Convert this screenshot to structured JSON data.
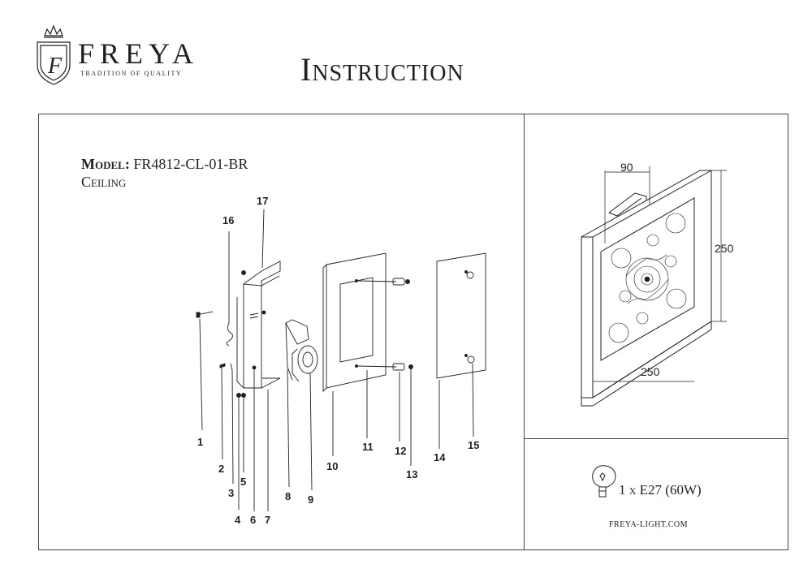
{
  "header": {
    "brand_name": "FREYA",
    "brand_tagline": "TRADITION OF QUALITY",
    "logo_letter": "F",
    "document_title": "Instruction"
  },
  "product": {
    "model_label": "Model:",
    "model_value": "FR4812-CL-01-BR",
    "mount_type": "Ceiling"
  },
  "exploded_view": {
    "part_numbers": [
      "1",
      "2",
      "3",
      "4",
      "5",
      "6",
      "7",
      "8",
      "9",
      "10",
      "11",
      "12",
      "13",
      "14",
      "15",
      "16",
      "17"
    ]
  },
  "dimensions": {
    "depth": "90",
    "height": "250",
    "width": "250"
  },
  "lamp": {
    "spec": "1 x E27 (60W)"
  },
  "footer": {
    "website": "FREYA-LIGHT.COM"
  }
}
